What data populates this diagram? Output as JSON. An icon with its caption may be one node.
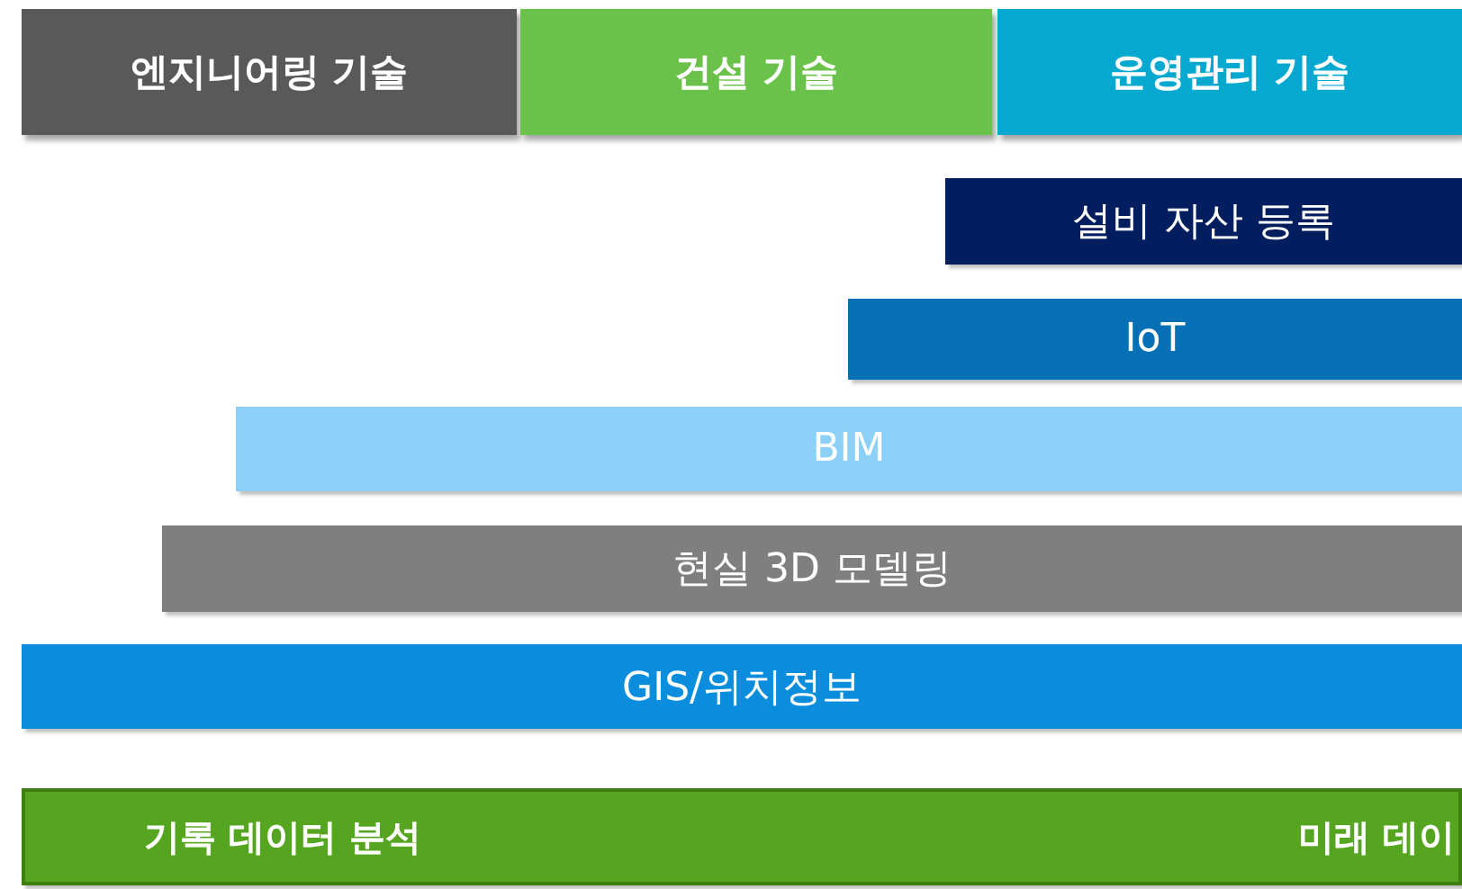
{
  "diagram": {
    "nodes": [
      {
        "text": [
          "엔지니어링 기술"
        ]
      },
      {
        "text": [
          "건설 기술"
        ]
      },
      {
        "text": [
          "운영관리 기술"
        ]
      },
      {
        "text": [
          "설비 자산 등록"
        ]
      },
      {
        "text": [
          "IoT"
        ]
      },
      {
        "text": [
          "BIM"
        ]
      },
      {
        "text": [
          "현실 3D 모델링"
        ]
      },
      {
        "text": [
          "GIS/위치정보"
        ]
      },
      {
        "text": [
          "기록 데이터 분석",
          "미래 데이"
        ]
      }
    ]
  }
}
